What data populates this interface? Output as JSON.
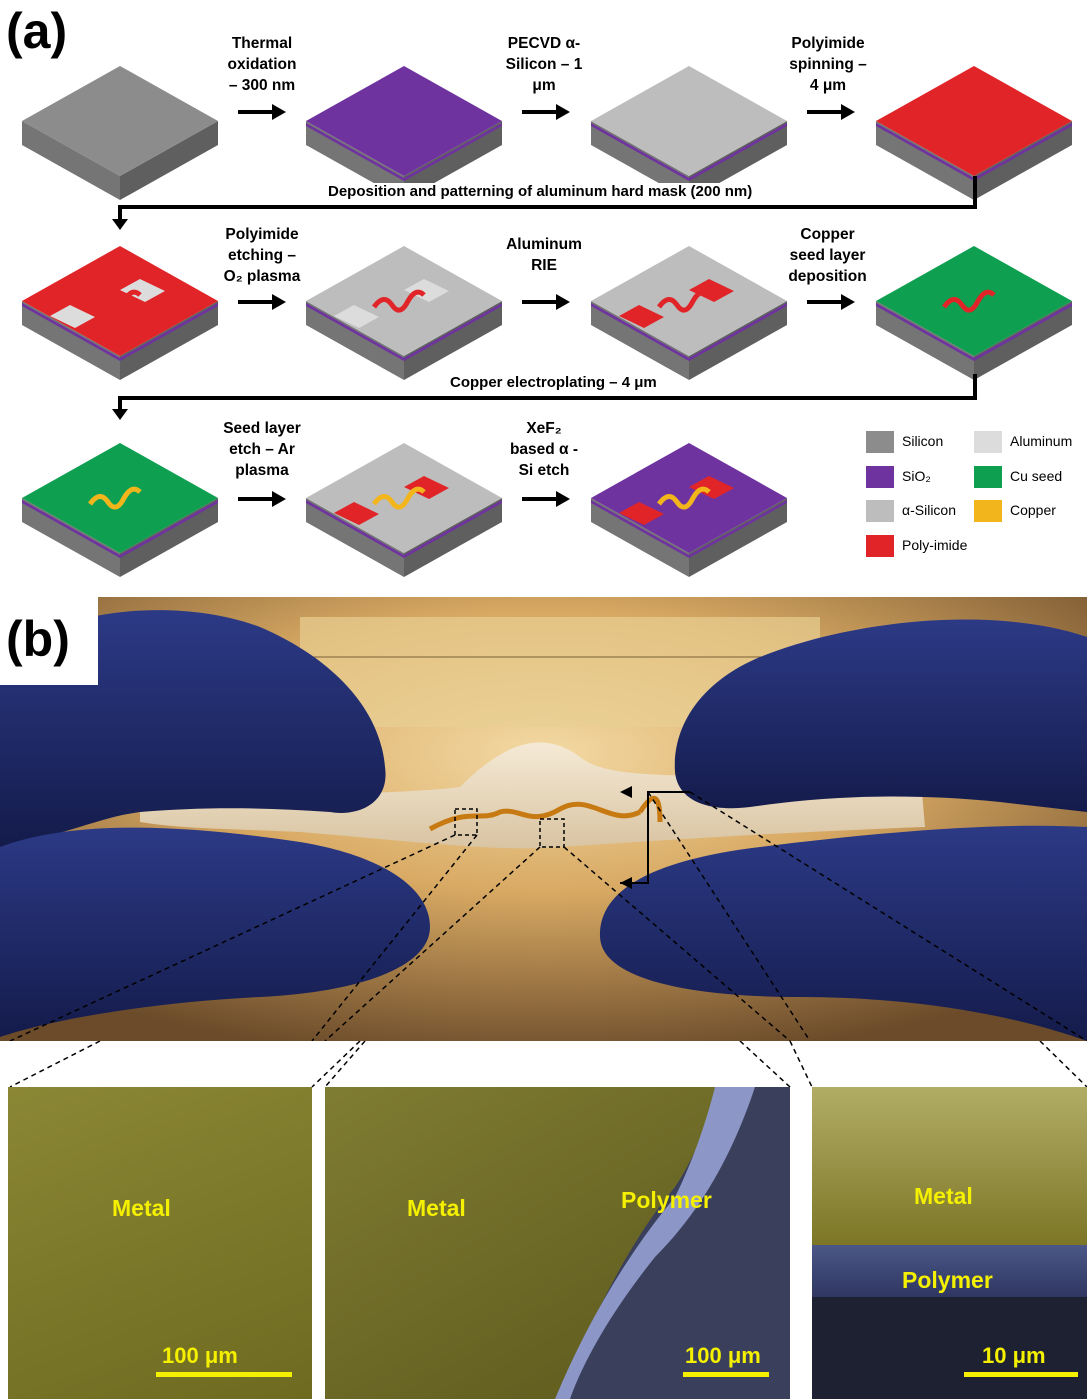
{
  "panel_a": {
    "letter": "(a)",
    "steps": [
      "Thermal\noxidation\n– 300 nm",
      "PECVD α-\nSilicon – 1\nμm",
      "Polyimide\nspinning –\n4 μm",
      "Polyimide\netching –\nO₂ plasma",
      "Aluminum\nRIE",
      "Copper\nseed layer\ndeposition",
      "Seed layer\netch – Ar\nplasma",
      "XeF₂\nbased α -\nSi etch"
    ],
    "row_transitions": [
      "Deposition and patterning of aluminum hard mask (200 nm)",
      "Copper electroplating – 4 μm"
    ],
    "legend": [
      {
        "label": "Silicon",
        "color": "#8c8c8c"
      },
      {
        "label": "Aluminum",
        "color": "#dcdcdc"
      },
      {
        "label": "SiO₂",
        "color": "#6f33a0"
      },
      {
        "label": "Cu seed",
        "color": "#0ea050"
      },
      {
        "label": "α-Silicon",
        "color": "#bdbdbd"
      },
      {
        "label": "Copper",
        "color": "#f2b51c"
      },
      {
        "label": "Poly-imide",
        "color": "#e02428"
      }
    ]
  },
  "panel_b": {
    "letter": "(b)",
    "sem_panels": [
      {
        "label": "Metal",
        "scale": "100 μm"
      },
      {
        "label": "Metal",
        "label2": "Polymer",
        "scale": "100 μm"
      },
      {
        "label": "Metal",
        "label2": "Polymer",
        "scale": "10 μm"
      }
    ]
  }
}
